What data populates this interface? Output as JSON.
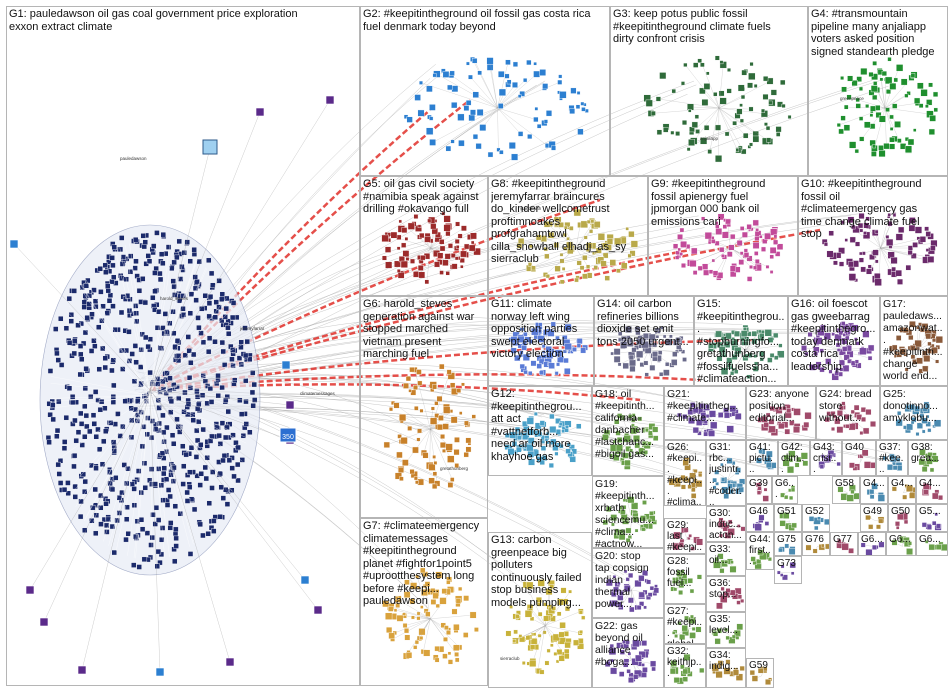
{
  "colors": {
    "background": "#ffffff",
    "cell_border": "#b5b5b5",
    "edge": "#9a9a9a",
    "strong_edge": "#e0302a",
    "node_fill_g1": "#1b2a6b",
    "node_fill_g2": "#2c7fd1",
    "node_fill_g3": "#2f6b3a",
    "node_fill_g4": "#1f8f2e",
    "node_fill_g5": "#9c2a2a",
    "node_fill_g6": "#c8812a",
    "node_fill_g7": "#d9a23c"
  },
  "groups": [
    {
      "id": "G1",
      "label": "G1: pauledawson oil gas coal government price exploration\nexxon extract climate"
    },
    {
      "id": "G2",
      "label": "G2: #keepitintheground oil fossil gas costa rica\nfuel denmark today beyond"
    },
    {
      "id": "G3",
      "label": "G3: keep potus public fossil\n#keepitintheground climate fuels\ndirty confront crisis"
    },
    {
      "id": "G4",
      "label": "G4: #transmountain\npipeline many anjaliapp\nvoters asked position\nsigned standearth pledge"
    },
    {
      "id": "G5",
      "label": "G5: oil gas civil society\n#namibia speak against\ndrilling #okavango full"
    },
    {
      "id": "G6",
      "label": "G6: harold_steves\ngeneration against war\nstopped marched\nvietnam present\nmarching fuel"
    },
    {
      "id": "G7",
      "label": "G7: #climateemergency\nclimatemessages\n#keepitintheground\nplanet #fightfor1point5\n#uprootthesystem long\nbefore #keepi...\npauledawson"
    },
    {
      "id": "G8",
      "label": "G8: #keepitintheground\njeremyfarrar braincures\ndo_kinder wellcometrust\nproftimnoakes\nprofgrahamtowl\ncilla_snowball elhadj_as_sy\nsierraclub"
    },
    {
      "id": "G9",
      "label": "G9: #keepitintheground\nfossil apienergy fuel\njpmorgan 000 bank oil\nemissions cari"
    },
    {
      "id": "G10",
      "label": "G10: #keepitintheground\nfossil oil\n#climateemergency gas\ntime change climate fuel\nstop"
    },
    {
      "id": "G11",
      "label": "G11: climate\nnorway left wing\nopposition parties\nswept electoral\nvictory election"
    },
    {
      "id": "G14",
      "label": "G14: oil carbon\nrefineries billions\ndioxide set emit\ntons 2050 urgent..."
    },
    {
      "id": "G15",
      "label": "G15:\n#keepitinthegrou...\n#stopburningfo...\ngretathunberg\n#fossilfuelssha...\n#climateaction..."
    },
    {
      "id": "G16",
      "label": "G16: oil foescot\ngas gweebarrag\n#keepitinthegro...\ntoday denmark\ncosta rica\nleadership"
    },
    {
      "id": "G17",
      "label": "G17:\npauledaws...\namazonwat...\n#keepitinth...\nchange\nworld end..."
    },
    {
      "id": "G12",
      "label": "G12:\n#keepitinthegrou...\natt act #vattnetforb...\nneed ar oil more\nkhayhoe gas"
    },
    {
      "id": "G13",
      "label": "G13: carbon\ngreenpeace big\npolluters\ncontinuously failed\nstop business\nmodels pumping..."
    },
    {
      "id": "G18",
      "label": "G18: oil\n#keepitinth...\ncalifornia\ndanbacher\n#lastchanc...\n#bigoil gas..."
    },
    {
      "id": "G19",
      "label": "G19:\n#keepitinth...\nxrbath\nsciencemu...\n#clima...\n#actnow..."
    },
    {
      "id": "G20",
      "label": "G20: stop\ntap consign\nindian\nthermal\npower..."
    },
    {
      "id": "G21",
      "label": "G21:\n#keepitintheg...\n#climate..."
    },
    {
      "id": "G22",
      "label": "G22: gas\nbeyond oil\nalliance\n#boga..."
    },
    {
      "id": "G23",
      "label": "G23: anyone\nposition\neditorial..."
    },
    {
      "id": "G24",
      "label": "G24: bread\nstore\nwithout..."
    },
    {
      "id": "G25",
      "label": "G25:\ndonotinno...\namyklobu..."
    },
    {
      "id": "G26",
      "label": "G26:\n#keepi...\n#keepi...\n#clima..."
    },
    {
      "id": "G27",
      "label": "G27:\n#keepi...\nglobal..."
    },
    {
      "id": "G28",
      "label": "G28:\nfossil\nfuel..."
    },
    {
      "id": "G29",
      "label": "G29:\nlast\n#keepi..."
    },
    {
      "id": "G30",
      "label": "G30:\ninduc...\nacton..."
    },
    {
      "id": "G31",
      "label": "G31:\nrbc...\njustintr...\n#coder..."
    },
    {
      "id": "G32",
      "label": "G32:\nkeithjp..."
    },
    {
      "id": "G33",
      "label": "G33:\noil..."
    },
    {
      "id": "G34",
      "label": "G34:\nindig..."
    },
    {
      "id": "G35",
      "label": "G35:\nlevel..."
    },
    {
      "id": "G36",
      "label": "G36:\nstop..."
    },
    {
      "id": "G37",
      "label": "G37:\n#kee..."
    },
    {
      "id": "G38",
      "label": "G38:\ngrea..."
    },
    {
      "id": "G39",
      "label": "G39"
    },
    {
      "id": "G40",
      "label": "G40"
    },
    {
      "id": "G41",
      "label": "G41:\npictu..."
    },
    {
      "id": "G42",
      "label": "G42:\nclim..."
    },
    {
      "id": "G43",
      "label": "G43:\ncrisi..."
    },
    {
      "id": "G44",
      "label": "G44:\nfirst..."
    },
    {
      "id": "G45",
      "label": "G4..."
    },
    {
      "id": "G46",
      "label": "G46"
    },
    {
      "id": "G49",
      "label": "G49"
    },
    {
      "id": "G50",
      "label": "G50"
    },
    {
      "id": "G51",
      "label": "G51"
    },
    {
      "id": "G52",
      "label": "G52"
    },
    {
      "id": "G58",
      "label": "G58"
    },
    {
      "id": "G59",
      "label": "G59"
    },
    {
      "id": "G6x",
      "label": "G6..."
    },
    {
      "id": "G73",
      "label": "G73"
    },
    {
      "id": "G75",
      "label": "G75"
    },
    {
      "id": "G76",
      "label": "G76"
    },
    {
      "id": "G77",
      "label": "G77"
    }
  ],
  "node_labels": [
    "pauledawson",
    "harold_steves",
    "jeremyfarrar",
    "standearth",
    "greenpeace",
    "sierraclub",
    "gretathunberg",
    "climatemessages",
    "anjaliapp",
    "danbacher"
  ],
  "badges": [
    "350"
  ]
}
